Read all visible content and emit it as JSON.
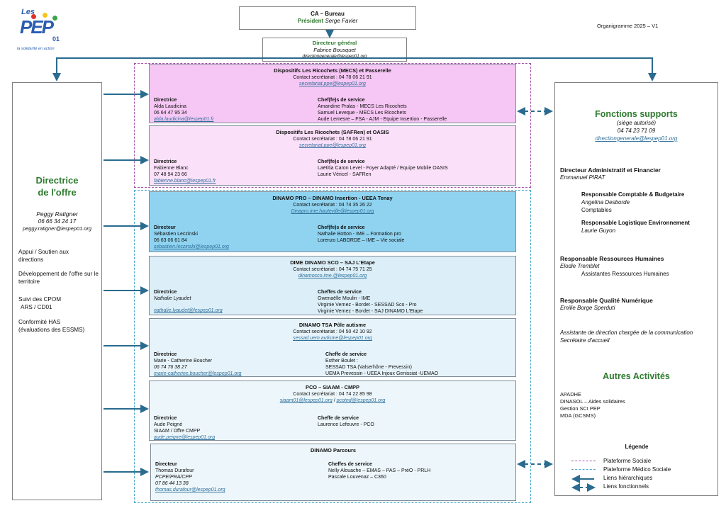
{
  "logo": {
    "top": "Les",
    "mark": "PEP",
    "num": "01",
    "tagline": "la solidarité en action"
  },
  "version": "Organigramme 2025 – V1",
  "ca": {
    "title": "CA – Bureau",
    "role": "Président",
    "name": "Serge Favier"
  },
  "dg": {
    "role": "Directeur général",
    "name": "Fabrice Bousquet",
    "email": "directiongenerale@lespep01.org"
  },
  "left": {
    "title1": "Directrice",
    "title2": "de l'offre",
    "name": "Peggy Ratigner",
    "phone": "06 66 34 24 17",
    "email": "peggy.ratigner@lespep01.org",
    "items": [
      "Appui / Soutien aux directions",
      "Développement de l'offre sur le territoire",
      "Suivi des CPOM",
      "ARS / CD01",
      "Conformité HAS",
      "(évaluations des ESSMS)"
    ]
  },
  "depts": [
    {
      "title": "Dispositifs Les Ricochets (MECS) et Passerelle",
      "contact": "Contact secrétariat : 04 78 06 21 91",
      "email": "secretariat.ppe@lespep01.org",
      "l_role": "Directrice",
      "l_lines": [
        "Alda Laudicina",
        "06 64 47 95 34"
      ],
      "l_email": "alda.laudicina@lespep01.fr",
      "r_role": "Chef(fe)s de service",
      "r_lines": [
        "Amandine Pralas - MECS Les Ricochets",
        "Samuel Leveque - MECS Les Ricochets",
        "Aude Lemesre – FSA - AJM - Equipe Insertion - Passerelle"
      ]
    },
    {
      "title": "Dispositifs Les Ricochets (SAFRen) et OASIS",
      "contact": "Contact secrétariat : 04 78 06 21 91",
      "email": "secretariat.ppe@lespep01.org",
      "l_role": "Directrice",
      "l_lines": [
        "Fabienne Blanc",
        "07 48 94 23 66"
      ],
      "l_email": "fabienne.blanc@lespep01.fr",
      "r_role": "Chef(fe)s de service",
      "r_lines": [
        "Laëtitia Caron Level - Foyer Adapté / Equipe Mobile OASIS",
        "Laurie Véricel - SAFRen"
      ]
    },
    {
      "title": "DINAMO PRO – DINAMO Insertion - UEEA Tenay",
      "contact": "Contact secrétariat : 04 74 35 26 22",
      "email": "Dinapro.ime.hauteville@lespep01.org",
      "l_role": "Directeur",
      "l_lines": [
        "Sébastien Leczinski",
        "06 63 06 61 84"
      ],
      "l_email": "sebastien.leczinski@lespep01.org",
      "r_role": "Chef(fe)s de service",
      "r_lines": [
        "Nathalie Botton - IME – Formation pro",
        "Lorenzo LABORDE – IME – Vie sociale"
      ]
    },
    {
      "title": "DIME DINAMO SCO – SAJ L'Etape",
      "contact": "Contact secrétariat : 04 74 75 71 25",
      "email": "dinamosco.ime.@lespep01.org",
      "l_role": "Directrice",
      "l_lines": [
        "Nathalie Lyaudet"
      ],
      "l_email": "nathalie.lyaudet@lespep01.org",
      "r_role": "Cheffes de service",
      "r_lines": [
        "Gwenaëlle Moulin - IME",
        "Virginie Vernez - Bordet - SESSAD Sco - Pro",
        "Virginie Vernez - Bordet - SAJ DINAMO L'Etape"
      ]
    },
    {
      "title": "DINAMO TSA Pôle autisme",
      "contact": "Contact secrétariat : 04 50 42 10 92",
      "email": "sessad.uem.autisme@lespep01.org",
      "l_role": "Directrice",
      "l_lines": [
        "Marie - Catherine Boucher",
        "06 74 76 38 27"
      ],
      "l_email": "marie-catherine.boucher@lespep01.org",
      "r_role": "Cheffe de service",
      "r_lines": [
        "Esther Boulet :",
        "SESSAD TSA (Valserhône - Prevessin)",
        "UEMA Prevessin - UEEA Injoux Genissiat -UEMAO"
      ]
    },
    {
      "title": "PCO – SIAAM - CMPP",
      "contact": "Contact secrétariat : 04 74 22 85 98",
      "email": "siaam01@lespep01.org",
      "email2": "pcotnd@lespep01.org",
      "sep": " / ",
      "l_role": "Directrice",
      "l_lines": [
        "Aude Peigné",
        "SIAAM / Offre CMPP"
      ],
      "l_email": "aude.peigne@lespep01.org",
      "r_role": "Cheffe de service",
      "r_lines": [
        "Laurence Lefeuvre - PCO"
      ]
    },
    {
      "title": "DINAMO Parcours",
      "l_role": "Directeur",
      "l_lines": [
        "Thomas Durafour",
        "PCPE/PRA/CPP",
        "07 86 44 13 38"
      ],
      "l_email": "thomas.durafour@lespep01.org",
      "r_role": "Cheffes de service",
      "r_lines": [
        "Nelly Alouache – EMAS – PAS – PréO - PRLH",
        "Pascale Louvenaz – C360"
      ]
    }
  ],
  "right": {
    "title": "Fonctions supports",
    "sub": "(siège autorisé)",
    "phone": "04 74 23 71 09",
    "email": "directiongenerale@lespep01.org",
    "daf_role": "Directeur Administratif et Financier",
    "daf_name": "Emmanuel PIRAT",
    "rcb_role": "Responsable Comptable & Budgetaire",
    "rcb_name": "Angelina Desborde",
    "rcb_extra": "Comptables",
    "rle_role": "Responsable Logistique Environnement",
    "rle_name": "Laurie Guyon",
    "rrh_role": "Responsable Ressources Humaines",
    "rrh_name": "Elodie Tremblet",
    "rrh_extra": "Assistantes Ressources Humaines",
    "rqn_role": "Responsable Qualité Numérique",
    "rqn_name": "Emilie Borge Sperduti",
    "assist1": "Assistante de direction chargée de la communication",
    "assist2": "Secrétaire d'accueil",
    "autres_title": "Autres Activités",
    "autres": [
      "APADHE",
      "DINASOL – Aides solidaires",
      "Gestion SCI PEP",
      "MDA (GCSMS)"
    ],
    "legend_title": "Légende",
    "legend": [
      "Plateforme Sociale",
      "Plateforme Médico Sociale",
      "Liens hiérarchiques",
      "Liens fonctionnels"
    ]
  },
  "colors": {
    "pink1": "#f6c7f4",
    "pink2": "#fbe0fa",
    "blue1": "#8fd3f0",
    "blue2": "#dceff8",
    "blue3": "#e6f3fa",
    "blue4": "#edf7fb",
    "arrow": "#2a6b8f",
    "green": "#2f7a2f",
    "social": "#a855a8",
    "medico": "#48a8c8"
  }
}
